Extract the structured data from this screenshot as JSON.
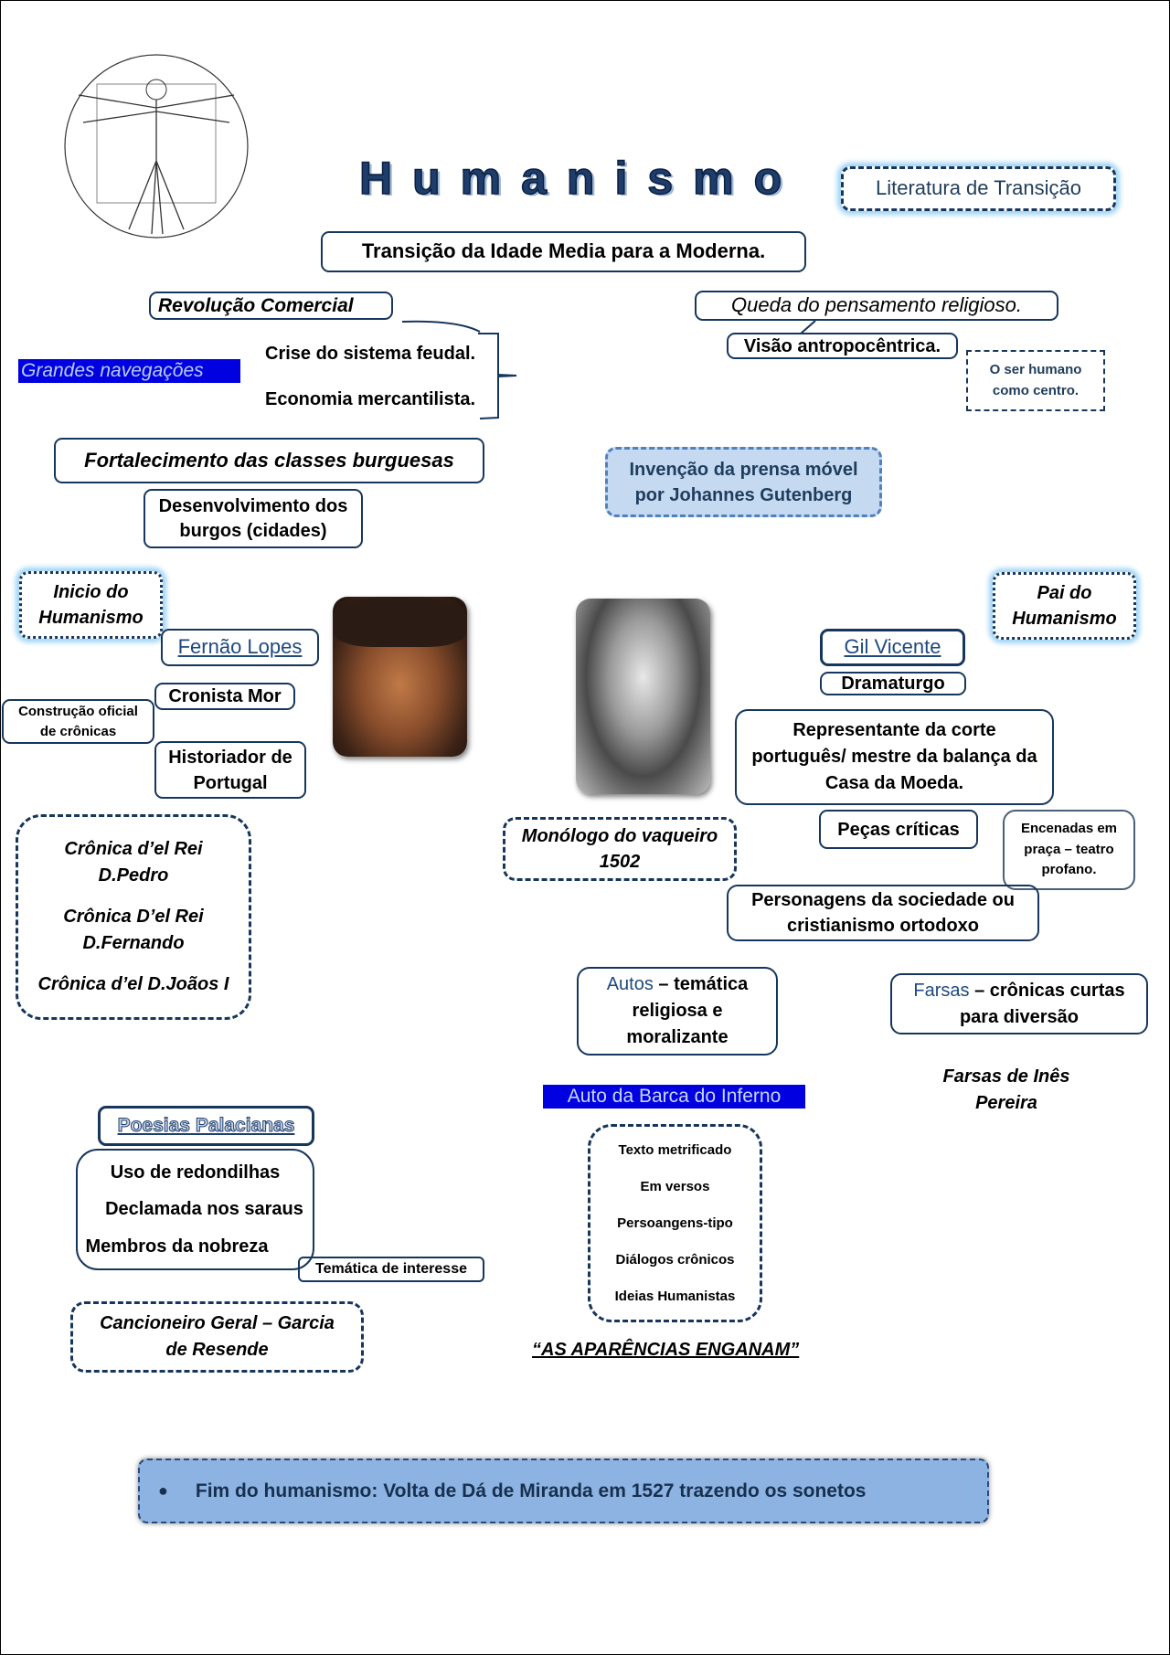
{
  "title": "Humanismo",
  "subtitle_tag": "Literatura de Transição",
  "main_topic": "Transição da Idade Media para a Moderna.",
  "left_top": {
    "revolucao": "Revolução Comercial",
    "crise": "Crise do sistema feudal.",
    "economia": "Economia mercantilista.",
    "navegacoes": "Grandes navegações",
    "fortalecimento": "Fortalecimento das classes burguesas",
    "desenvolvimento": [
      "Desenvolvimento dos",
      "burgos (cidades)"
    ]
  },
  "right_top": {
    "queda": "Queda do pensamento religioso.",
    "visao": "Visão antropocêntrica.",
    "ser_humano": [
      "O ser humano",
      "como centro."
    ],
    "invencao": [
      "Invenção da prensa móvel",
      "por Johannes Gutenberg"
    ]
  },
  "fernao": {
    "inicio": [
      "Inicio do",
      "Humanismo"
    ],
    "name": "Fernão Lopes",
    "cronista": "Cronista Mor",
    "construcao": [
      "Construção oficial",
      "de crônicas"
    ],
    "historiador": [
      "Historiador de",
      "Portugal"
    ],
    "cronicas": [
      "Crônica d’el Rei",
      "D.Pedro",
      "Crônica D’el Rei",
      "D.Fernando",
      "Crônica d’el  D.Joãos I"
    ]
  },
  "gil": {
    "pai": [
      "Pai do",
      "Humanismo"
    ],
    "name": "Gil Vicente",
    "dramaturgo": "Dramaturgo",
    "representante": [
      "Representante da corte",
      "português/ mestre da balança da",
      "Casa da Moeda."
    ],
    "pecas": "Peças críticas",
    "encenadas": [
      "Encenadas em",
      "praça – teatro",
      "profano."
    ],
    "monologo": [
      "Monólogo do vaqueiro",
      "1502"
    ],
    "personagens": [
      "Personagens da sociedade ou",
      "cristianismo ortodoxo"
    ],
    "autos": {
      "keyword": "Autos",
      "rest": " – temática",
      "lines": [
        "religiosa e",
        "moralizante"
      ]
    },
    "farsas": {
      "keyword": "Farsas",
      "rest": " – crônicas curtas",
      "lines": [
        "para diversão"
      ]
    },
    "farsas_ines": [
      "Farsas de Inês",
      "Pereira"
    ],
    "barca": "Auto da Barca do Inferno",
    "barca_items": [
      "Texto metrificado",
      "Em versos",
      "Persoangens-tipo",
      "Diálogos crônicos",
      "Ideias Humanistas"
    ],
    "aparencias": "“AS APARÊNCIAS ENGANAM”"
  },
  "poesias": {
    "title": "Poesias Palacianas",
    "items": [
      "Uso de redondilhas",
      "Declamada nos saraus",
      "Membros da nobreza"
    ],
    "tematica": "Temática de interesse",
    "cancioneiro": [
      "Cancioneiro Geral – Garcia",
      "de Resende"
    ]
  },
  "footer": "Fim do humanismo: Volta de Dá de Miranda em 1527 trazendo os sonetos",
  "colors": {
    "navy": "#17365d",
    "highlight": "#0000e0",
    "light_blue": "#c5d9f1",
    "accent": "#4f81bd"
  }
}
